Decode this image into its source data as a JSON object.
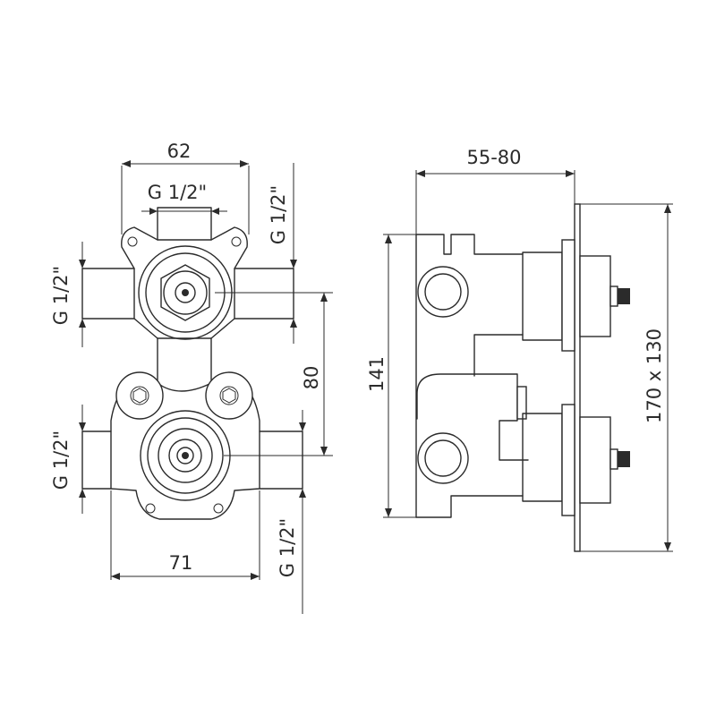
{
  "front_view": {
    "width_top": "62",
    "thread_top_center": "G 1/2\"",
    "thread_top_right": "G 1/2\"",
    "thread_upper_left": "G 1/2\"",
    "center_distance": "80",
    "thread_lower_left": "G 1/2\"",
    "width_bottom": "71",
    "thread_bottom_right": "G 1/2\""
  },
  "side_view": {
    "depth_range": "55-80",
    "height": "141",
    "plate_size": "170 x 130"
  }
}
